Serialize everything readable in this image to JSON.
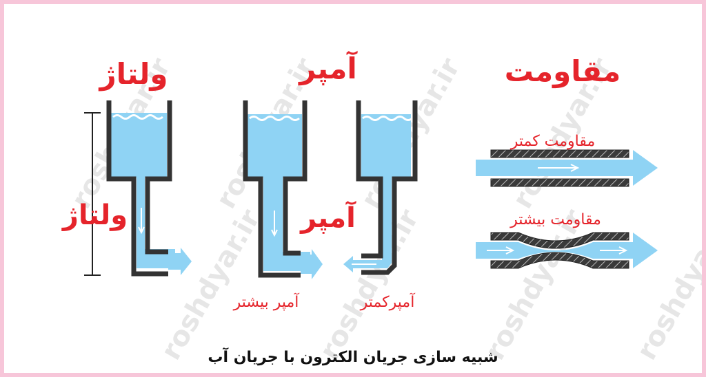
{
  "titles": {
    "voltage": "ولتاژ",
    "ampere": "آمپر",
    "resistance": "مقاومت"
  },
  "voltage": {
    "side_label": "ولتاژ"
  },
  "ampere": {
    "inner_label": "آمپر",
    "more_label": "آمپر بیشتر",
    "less_label": "آمپرکمتر"
  },
  "resistance": {
    "less_label": "مقاومت کمتر",
    "more_label": "مقاومت بیشتر"
  },
  "caption": "شبیه سازی جریان الکترون با جریان آب",
  "watermark": "roshdyar.ir",
  "colors": {
    "water": "#8fd3f4",
    "wall": "#333333",
    "accent": "#e5242b"
  }
}
